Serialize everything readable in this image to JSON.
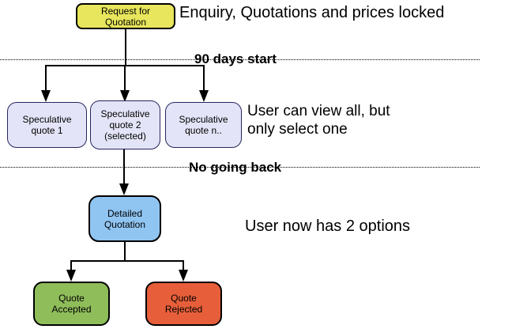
{
  "diagram": {
    "type": "flowchart",
    "background": "#ffffff",
    "nodes": {
      "request_for_quotation": {
        "label": "Request for\nQuotation",
        "color": "#e7e65c"
      },
      "speculative_quote_1": {
        "label": "Speculative\nquote 1",
        "color": "#e4e4f8"
      },
      "speculative_quote_2": {
        "label": "Speculative\nquote 2\n(selected)",
        "color": "#e4e4f8"
      },
      "speculative_quote_n": {
        "label": "Speculative\nquote n..",
        "color": "#e4e4f8"
      },
      "detailed_quotation": {
        "label": "Detailed\nQuotation",
        "color": "#90c5f2"
      },
      "quote_accepted": {
        "label": "Quote\nAccepted",
        "color": "#8fbd5a"
      },
      "quote_rejected": {
        "label": "Quote\nRejected",
        "color": "#e75f3a"
      }
    },
    "annotations": {
      "enquiry": "Enquiry, Quotations and prices locked",
      "days_start": "90 days start",
      "view_all": "User can view all, but\nonly select one",
      "no_going_back": "No going back",
      "two_options": "User now has 2 options"
    },
    "colors": {
      "connector": "#000000",
      "request_fill": "#e7e65c",
      "speculative_fill": "#e4e4f8",
      "detailed_fill": "#90c5f2",
      "accepted_fill": "#8fbd5a",
      "rejected_fill": "#e75f3a"
    }
  }
}
